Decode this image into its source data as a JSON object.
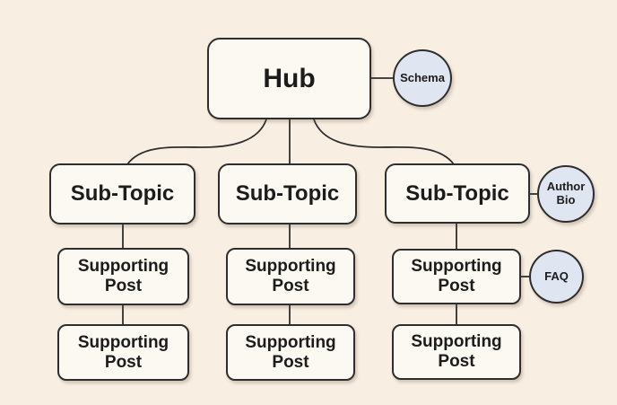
{
  "diagram": {
    "type": "hub-and-spoke content structure",
    "colors": {
      "background": "#f8eee2",
      "node_fill": "#fbf9f1",
      "node_border": "#2e2e2e",
      "badge_fill": "#dfe5f1",
      "connector": "#2e2e2e",
      "text": "#1c1c1c"
    },
    "nodes": {
      "hub": {
        "label": "Hub"
      },
      "subtopics": [
        {
          "label": "Sub-Topic"
        },
        {
          "label": "Sub-Topic"
        },
        {
          "label": "Sub-Topic"
        }
      ],
      "posts": [
        {
          "label": "Supporting Post"
        },
        {
          "label": "Supporting Post"
        },
        {
          "label": "Supporting Post"
        },
        {
          "label": "Supporting Post"
        },
        {
          "label": "Supporting Post"
        },
        {
          "label": "Supporting Post"
        }
      ],
      "badges": {
        "schema": {
          "label": "Schema"
        },
        "author_bio": {
          "label": "Author Bio"
        },
        "faq": {
          "label": "FAQ"
        }
      }
    },
    "edges": [
      {
        "from": "Hub",
        "to": "Sub-Topic 1"
      },
      {
        "from": "Hub",
        "to": "Sub-Topic 2"
      },
      {
        "from": "Hub",
        "to": "Sub-Topic 3"
      },
      {
        "from": "Hub",
        "to": "Schema"
      },
      {
        "from": "Sub-Topic 1",
        "to": "Supporting Post 1.1"
      },
      {
        "from": "Supporting Post 1.1",
        "to": "Supporting Post 1.2"
      },
      {
        "from": "Sub-Topic 2",
        "to": "Supporting Post 2.1"
      },
      {
        "from": "Supporting Post 2.1",
        "to": "Supporting Post 2.2"
      },
      {
        "from": "Sub-Topic 3",
        "to": "Supporting Post 3.1"
      },
      {
        "from": "Supporting Post 3.1",
        "to": "Supporting Post 3.2"
      },
      {
        "from": "Sub-Topic 3",
        "to": "Author Bio"
      },
      {
        "from": "Supporting Post 3.1",
        "to": "FAQ"
      }
    ]
  }
}
